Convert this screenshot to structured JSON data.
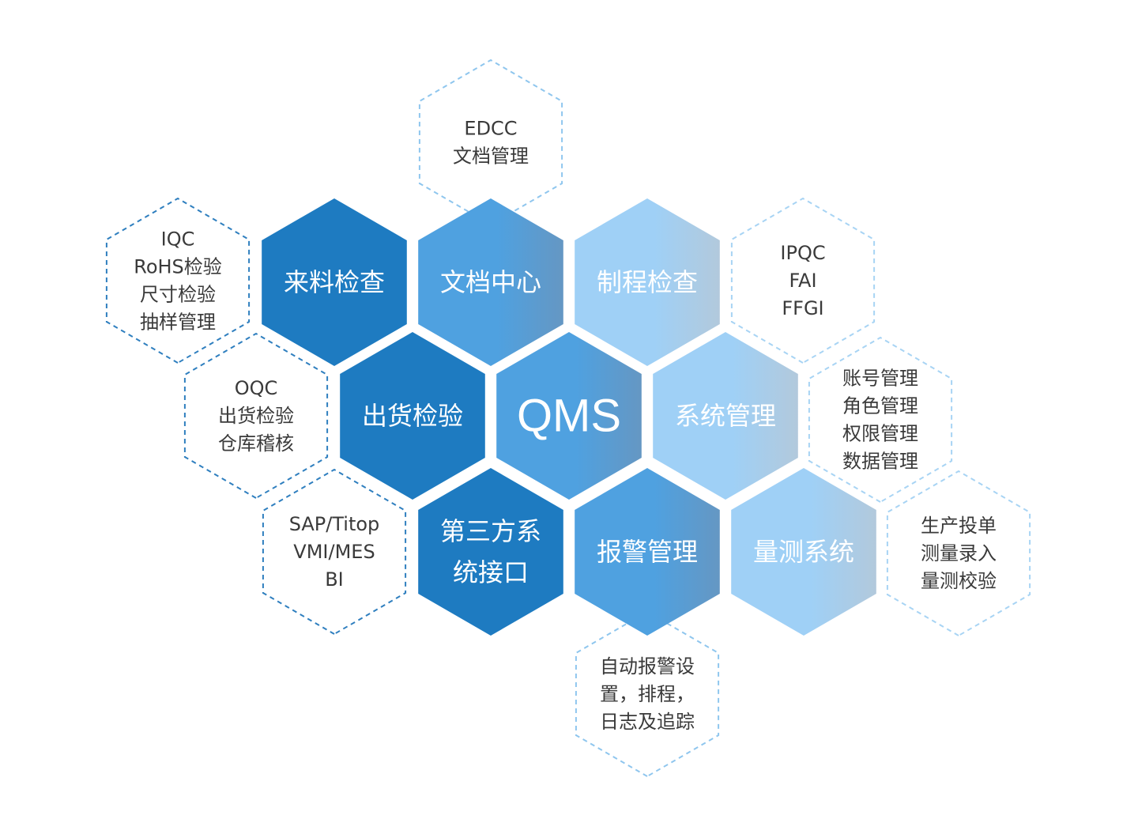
{
  "center": {
    "label": "QMS"
  },
  "modules": [
    {
      "id": "incoming",
      "lines": [
        "来料检查"
      ]
    },
    {
      "id": "docs",
      "lines": [
        "文档中心"
      ]
    },
    {
      "id": "process",
      "lines": [
        "制程检查"
      ]
    },
    {
      "id": "shipping",
      "lines": [
        "出货检验"
      ]
    },
    {
      "id": "system",
      "lines": [
        "系统管理"
      ]
    },
    {
      "id": "thirdparty",
      "lines": [
        "第三方系",
        "统接口"
      ]
    },
    {
      "id": "alarm",
      "lines": [
        "报警管理"
      ]
    },
    {
      "id": "measure",
      "lines": [
        "量测系统"
      ]
    }
  ],
  "details": [
    {
      "id": "edcc",
      "lines": [
        "EDCC",
        "文档管理"
      ]
    },
    {
      "id": "iqc",
      "lines": [
        "IQC",
        "RoHS检验",
        "尺寸检验",
        "抽样管理"
      ]
    },
    {
      "id": "ipqc",
      "lines": [
        "IPQC",
        "FAI",
        "FFGI"
      ]
    },
    {
      "id": "oqc",
      "lines": [
        "OQC",
        "出货检验",
        "仓库稽核"
      ]
    },
    {
      "id": "accounts",
      "lines": [
        "账号管理",
        "角色管理",
        "权限管理",
        "数据管理"
      ]
    },
    {
      "id": "erp",
      "lines": [
        "SAP/Titop",
        "VMI/MES",
        "BI"
      ]
    },
    {
      "id": "production",
      "lines": [
        "生产投单",
        "测量录入",
        "量测校验"
      ]
    },
    {
      "id": "alarm-settings",
      "lines": [
        "自动报警设",
        "置，排程，",
        "日志及追踪"
      ]
    }
  ],
  "colors": {
    "dark_blue": "#1e7bc1",
    "mid_blue": "#4fa1e0",
    "light_blue": "#9fd0f6",
    "dashed_dark": "#2f7fbf",
    "dashed_light": "#8fc6ee",
    "dashed_lighter": "#a8d4f4",
    "text_dark": "#3a3a3a",
    "text_white": "#ffffff"
  }
}
